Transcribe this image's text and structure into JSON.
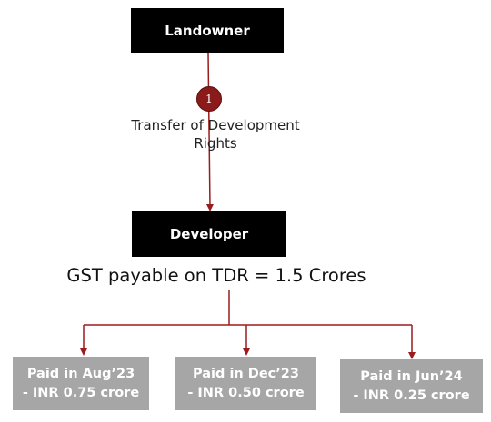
{
  "nodes": {
    "landowner": "Landowner",
    "developer": "Developer"
  },
  "step": {
    "number": "1",
    "label_line1": "Transfer of Development",
    "label_line2": "Rights"
  },
  "gst_statement": "GST payable on TDR = 1.5 Crores",
  "payments": [
    {
      "line1": "Paid in Aug’23",
      "line2": "- INR 0.75 crore"
    },
    {
      "line1": "Paid in Dec’23",
      "line2": "- INR 0.50 crore"
    },
    {
      "line1": "Paid in  Jun’24",
      "line2": "- INR 0.25 crore"
    }
  ],
  "colors": {
    "connector": "#9b1c1c",
    "badge": "#8b1a1a",
    "node_fill": "#000000",
    "payment_fill": "#a6a6a6"
  }
}
